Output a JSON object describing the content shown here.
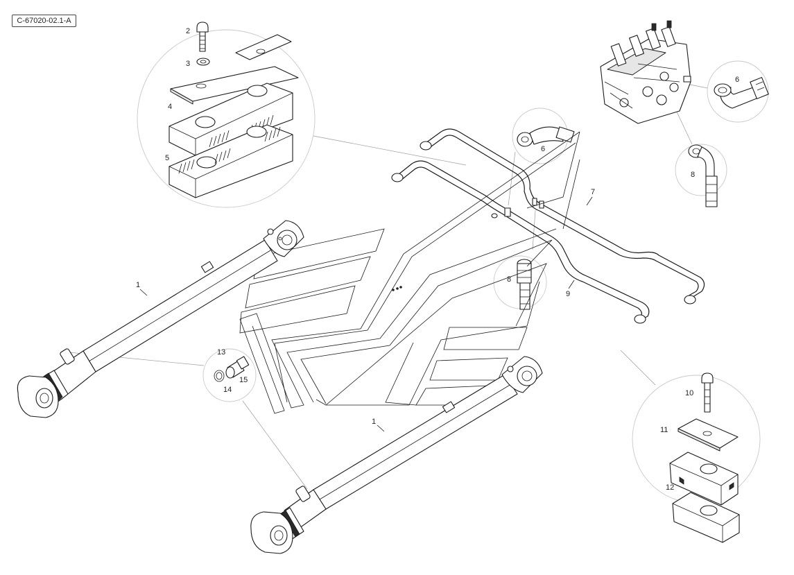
{
  "diagram": {
    "reference_code": "C-67020-02.1-A",
    "callouts": [
      "1",
      "1",
      "2",
      "3",
      "4",
      "5",
      "6",
      "6",
      "7",
      "8",
      "8",
      "9",
      "10",
      "11",
      "12",
      "13",
      "14",
      "15"
    ]
  }
}
